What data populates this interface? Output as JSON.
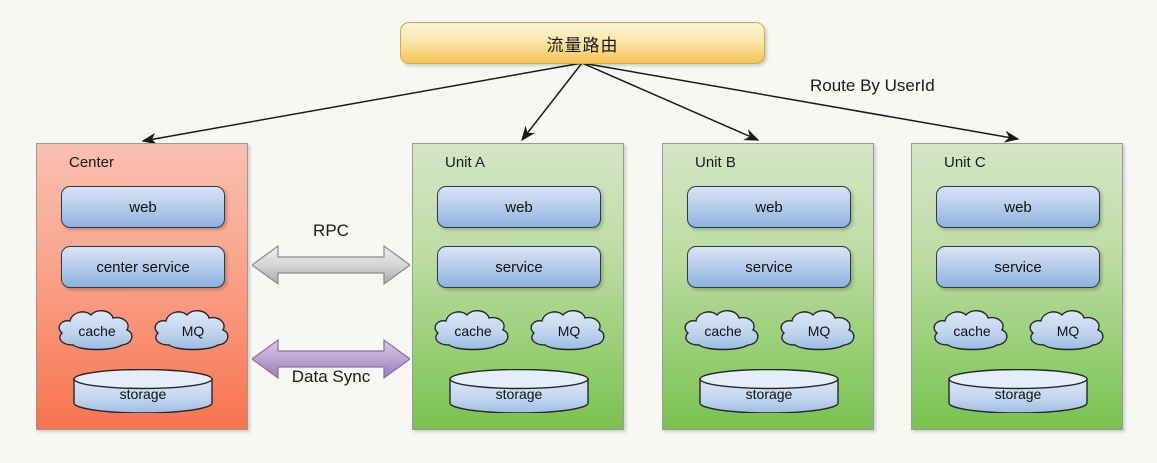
{
  "diagram": {
    "router": {
      "label": "流量路由"
    },
    "annotations": {
      "route_by": "Route By UserId",
      "rpc": "RPC",
      "data_sync": "Data Sync"
    },
    "panels": [
      {
        "id": "center",
        "title": "Center",
        "color": "#f8734f",
        "web": "web",
        "service": "center service",
        "cache": "cache",
        "mq": "MQ",
        "storage": "storage"
      },
      {
        "id": "unit-a",
        "title": "Unit A",
        "color": "#79c250",
        "web": "web",
        "service": "service",
        "cache": "cache",
        "mq": "MQ",
        "storage": "storage"
      },
      {
        "id": "unit-b",
        "title": "Unit B",
        "color": "#79c250",
        "web": "web",
        "service": "service",
        "cache": "cache",
        "mq": "MQ",
        "storage": "storage"
      },
      {
        "id": "unit-c",
        "title": "Unit C",
        "color": "#79c250",
        "web": "web",
        "service": "service",
        "cache": "cache",
        "mq": "MQ",
        "storage": "storage"
      }
    ],
    "connectors": {
      "rpc_arrow_color": "#b9b9b9",
      "sync_arrow_color": "#a98bc4",
      "line_color": "#1a1a1a"
    }
  }
}
